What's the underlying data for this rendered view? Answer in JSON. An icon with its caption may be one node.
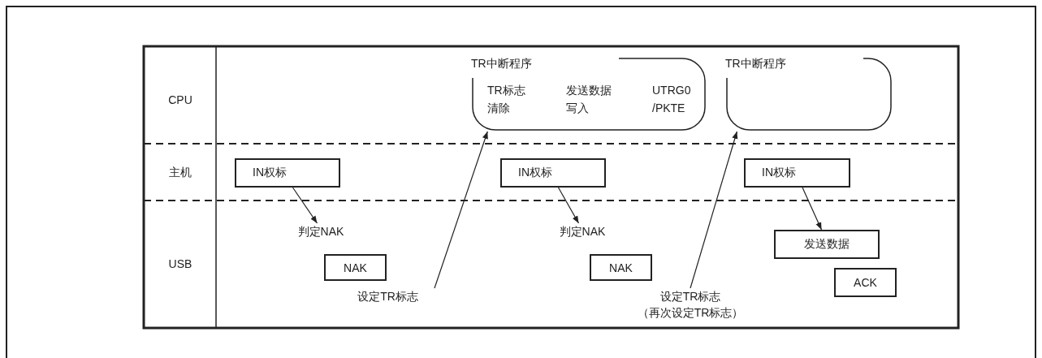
{
  "diagram": {
    "nodes": [
      {
        "text": [
          "TR中断程序",
          "TR标志清除",
          "发送数据写入",
          "UTRG0 /PKTE"
        ]
      },
      {
        "text": [
          "TR中断程序"
        ]
      },
      {
        "text": [
          "IN权标"
        ]
      },
      {
        "text": [
          "判定NAK"
        ]
      },
      {
        "text": [
          "NAK"
        ]
      },
      {
        "text": [
          "设定TR标志"
        ]
      },
      {
        "text": [
          "IN权标"
        ]
      },
      {
        "text": [
          "判定NAK"
        ]
      },
      {
        "text": [
          "NAK"
        ]
      },
      {
        "text": [
          "设定TR标志",
          "（再次设定TR标志）"
        ]
      },
      {
        "text": [
          "IN权标"
        ]
      },
      {
        "text": [
          "发送数据"
        ]
      },
      {
        "text": [
          "ACK"
        ]
      }
    ],
    "edges": [
      {
        "from": 2,
        "to": 3,
        "arrow": "to"
      },
      {
        "from": 5,
        "to": 0,
        "arrow": "to"
      },
      {
        "from": 6,
        "to": 7,
        "arrow": "to"
      },
      {
        "from": 9,
        "to": 1,
        "arrow": "to"
      },
      {
        "from": 10,
        "to": 11,
        "arrow": "to"
      }
    ],
    "labels": [
      "CPU",
      "主机",
      "USB"
    ]
  }
}
